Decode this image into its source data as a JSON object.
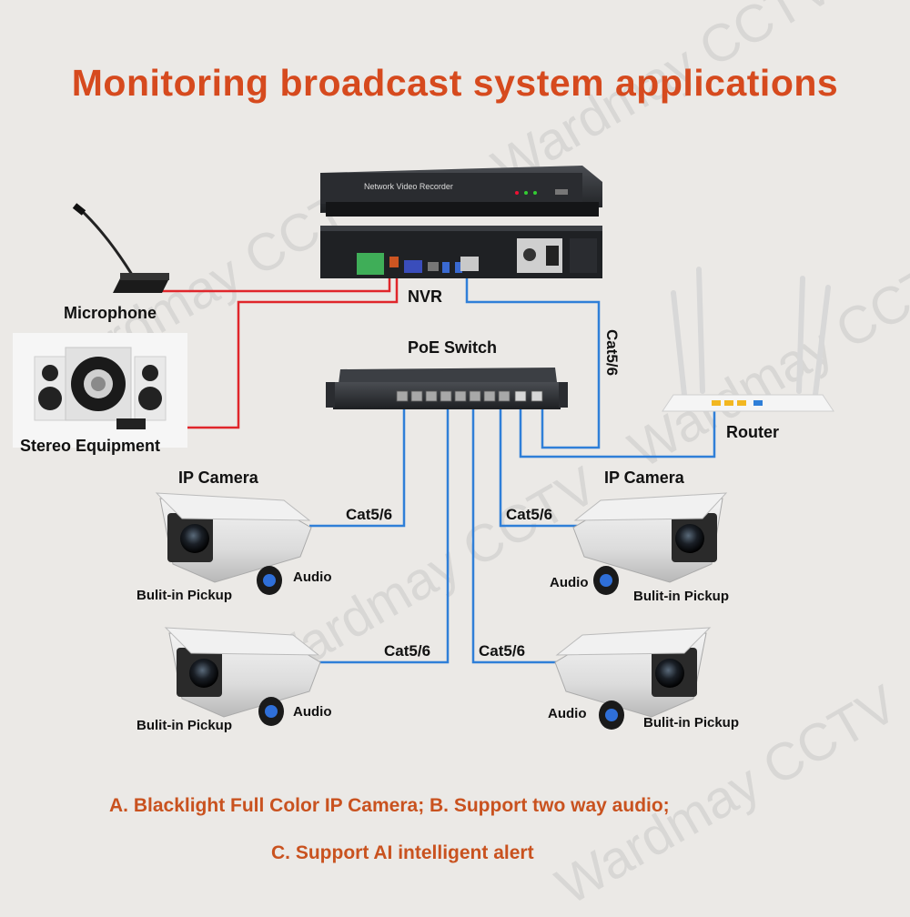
{
  "title": "Monitoring broadcast system applications",
  "watermark": "Wardmay CCTV",
  "devices": {
    "nvr": {
      "label": "NVR",
      "front_text": "Network Video Recorder"
    },
    "microphone": {
      "label": "Microphone"
    },
    "stereo": {
      "label": "Stereo Equipment"
    },
    "poe_switch": {
      "label": "PoE Switch"
    },
    "router": {
      "label": "Router"
    }
  },
  "cables": {
    "nvr_link": "Cat5/6",
    "cam_top_left": "Cat5/6",
    "cam_top_right": "Cat5/6",
    "cam_bottom_left": "Cat5/6",
    "cam_bottom_right": "Cat5/6"
  },
  "cameras": {
    "top_left": {
      "title": "IP Camera",
      "pickup": "Bulit-in Pickup",
      "audio": "Audio"
    },
    "top_right": {
      "title": "IP Camera",
      "pickup": "Bulit-in Pickup",
      "audio": "Audio"
    },
    "bottom_left": {
      "pickup": "Bulit-in Pickup",
      "audio": "Audio"
    },
    "bottom_right": {
      "pickup": "Bulit-in Pickup",
      "audio": "Audio"
    }
  },
  "features": {
    "line1": "A. Blacklight Full Color IP Camera;  B. Support two way audio;",
    "line2": "C. Support AI intelligent alert"
  },
  "colors": {
    "title": "#d64a1e",
    "footer": "#c9521f",
    "audio_wire": "#e0262b",
    "network_wire": "#2f7fd8",
    "background": "#ebe9e6"
  }
}
